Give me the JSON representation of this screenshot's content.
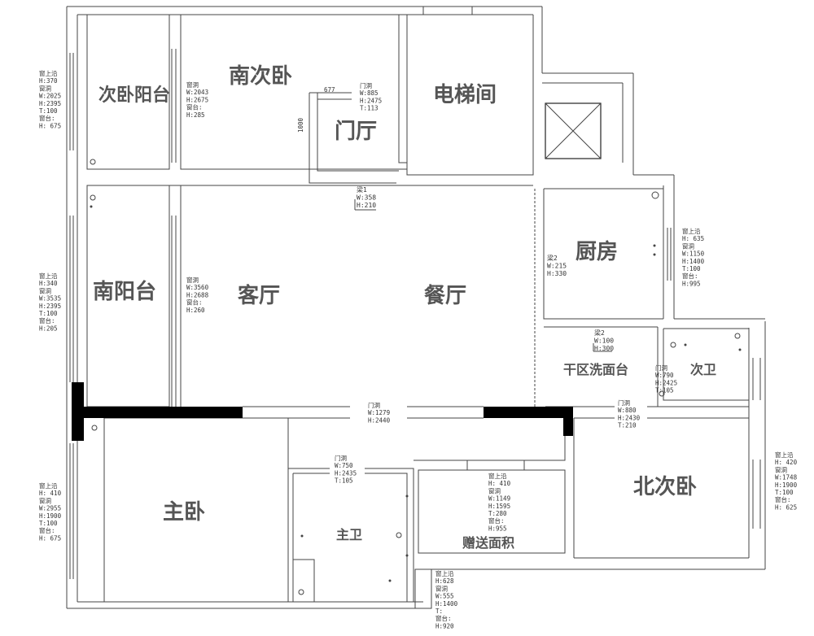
{
  "rooms": {
    "second_bedroom_balcony": "次卧阳台",
    "south_second_bedroom": "南次卧",
    "foyer": "门厅",
    "elevator_hall": "电梯间",
    "south_balcony": "南阳台",
    "living_room": "客厅",
    "dining_room": "餐厅",
    "kitchen": "厨房",
    "dry_area_sink": "干区洗面台",
    "second_bathroom": "次卫",
    "master_bedroom": "主卧",
    "master_bathroom": "主卫",
    "bonus_area": "赠送面积",
    "north_second_bedroom": "北次卧"
  },
  "notes": {
    "left_top": [
      "窗上沿",
      "H:370",
      "窗洞",
      "W:2025",
      "H:2395",
      "T:100",
      "窗台:",
      "H: 675"
    ],
    "left_mid": [
      "窗上沿",
      "H:340",
      "窗洞",
      "W:3535",
      "H:2395",
      "T:100",
      "窗台:",
      "H:205"
    ],
    "left_bottom": [
      "窗上沿",
      "H: 410",
      "窗洞",
      "W:2955",
      "H:1900",
      "T:100",
      "窗台:",
      "H: 675"
    ],
    "south_bedroom_window": [
      "窗洞",
      "W:2043",
      "H:2675",
      "窗台:",
      "H:285"
    ],
    "foyer_door": [
      "门洞",
      "W:885",
      "H:2475",
      "T:113"
    ],
    "beam1": [
      "梁1",
      "W:358",
      "H:210"
    ],
    "living_window": [
      "窗洞",
      "W:3560",
      "H:2688",
      "窗台:",
      "H:260"
    ],
    "beam2_kitchen": [
      "梁2",
      "W:215",
      "H:330"
    ],
    "kitchen_window": [
      "窗上沿",
      "H: 635",
      "窗洞",
      "W:1150",
      "H:1400",
      "T:100",
      "窗台:",
      "H:995"
    ],
    "beam2_dry": [
      "梁2",
      "W:100",
      "H:300"
    ],
    "second_bath_door": [
      "门洞",
      "W:790",
      "H:2425",
      "T:105"
    ],
    "living_door": [
      "门洞",
      "W:1279",
      "H:2440"
    ],
    "north_bed_door": [
      "门洞",
      "W:880",
      "H:2430",
      "T:210"
    ],
    "master_bath_door": [
      "门洞",
      "W:750",
      "H:2435",
      "T:105"
    ],
    "bonus_window": [
      "窗上沿",
      "H: 410",
      "窗洞",
      "W:1149",
      "H:1595",
      "T:280",
      "窗台:",
      "H:955"
    ],
    "right_bottom": [
      "窗上沿",
      "H: 420",
      "窗洞",
      "W:1748",
      "H:1900",
      "T:100",
      "窗台:",
      "H: 625"
    ],
    "bottom_window": [
      "窗上沿",
      "H:628",
      "窗洞",
      "W:555",
      "H:1400",
      "T:",
      "窗台:",
      "H:920"
    ],
    "foyer_dims": [
      "677",
      "1000"
    ]
  },
  "icons": {
    "elevator": "elevator-shaft-icon",
    "drain": "floor-drain-icon"
  }
}
